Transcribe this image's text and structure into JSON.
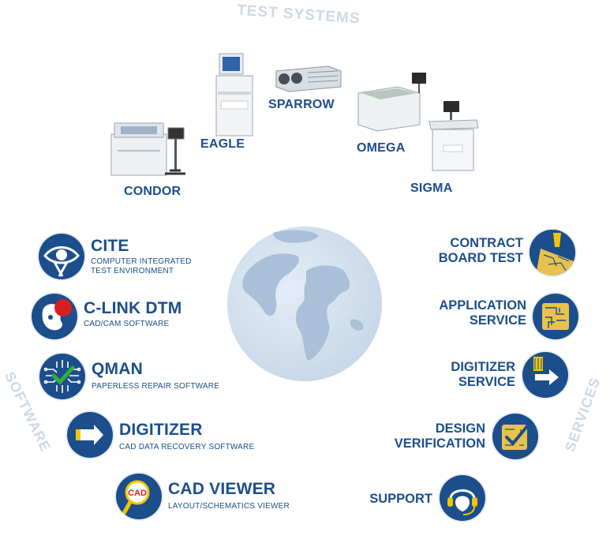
{
  "sections": {
    "test_systems": "TEST SYSTEMS",
    "software": "SOFTWARE",
    "services": "SERVICES"
  },
  "test_systems": [
    {
      "name": "EAGLE",
      "icon": "eagle-tester-icon"
    },
    {
      "name": "SPARROW",
      "icon": "sparrow-tester-icon"
    },
    {
      "name": "OMEGA",
      "icon": "omega-tester-icon"
    },
    {
      "name": "CONDOR",
      "icon": "condor-tester-icon"
    },
    {
      "name": "SIGMA",
      "icon": "sigma-tester-icon"
    }
  ],
  "software": [
    {
      "name": "CITE",
      "desc_line1": "COMPUTER INTEGRATED",
      "desc_line2": "TEST ENVIRONMENT",
      "icon": "eye-icon"
    },
    {
      "name": "C-LINK DTM",
      "desc_line1": "CAD/CAM SOFTWARE",
      "icon": "c-link-icon"
    },
    {
      "name": "QMAN",
      "desc_line1": "PAPERLESS REPAIR SOFTWARE",
      "icon": "circuit-check-icon"
    },
    {
      "name": "DIGITIZER",
      "desc_line1": "CAD DATA RECOVERY SOFTWARE",
      "icon": "arrow-icon"
    },
    {
      "name": "CAD VIEWER",
      "desc_line1": "LAYOUT/SCHEMATICS VIEWER",
      "icon": "magnifier-icon",
      "icon_text": "CAD"
    }
  ],
  "services": [
    {
      "line1": "CONTRACT",
      "line2": "BOARD TEST",
      "icon": "board-test-icon"
    },
    {
      "line1": "APPLICATION",
      "line2": "SERVICE",
      "icon": "application-board-icon"
    },
    {
      "line1": "DIGITIZER",
      "line2": "SERVICE",
      "icon": "hand-arrow-icon"
    },
    {
      "line1": "DESIGN",
      "line2": "VERIFICATION",
      "icon": "check-board-icon"
    },
    {
      "line1": "SUPPORT",
      "icon": "headset-icon"
    }
  ],
  "colors": {
    "brand_blue": "#1c4e8c",
    "accent_yellow": "#f2c500",
    "accent_red": "#d81e1e",
    "globe": "#b8cde0",
    "section_gray": "#cdd9e8"
  }
}
